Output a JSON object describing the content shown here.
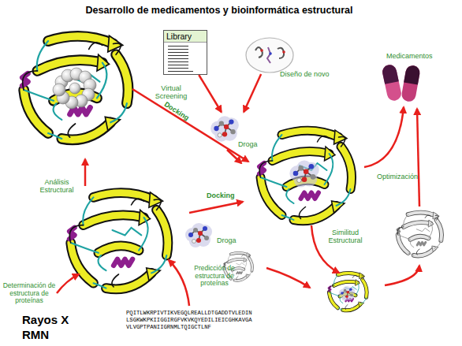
{
  "diagram": {
    "title": "Desarrollo de medicamentos y bioinformática estructural",
    "nodes": [
      {
        "text": [
          "Library"
        ]
      },
      {
        "text": [
          "Diseño de novo"
        ]
      },
      {
        "text": [
          "Droga"
        ]
      }
    ],
    "edges": [
      {
        "from": 0,
        "to": 2,
        "arrow": "to",
        "label": "Virtual Screening"
      },
      {
        "from": 1,
        "to": 2,
        "arrow": "to"
      }
    ],
    "labels": [
      "Docking",
      "Medicamentos",
      "Optimización",
      "Análisis Estructural",
      "Docking",
      "Droga",
      "Similitud Estructural",
      "Determinación de estructura de proteínas",
      "Predicción de estructura de proteínas",
      "Rayos X",
      "RMN",
      "PQITLWKRPIVTIKVEGQLREALLDTGADDTVLEDIN LSGKWKPKIIGGIRGFVKVKQYEDILIEICGHKAVGA VLVGPTPANIIGRNMLTQIGCTLNF"
    ]
  }
}
